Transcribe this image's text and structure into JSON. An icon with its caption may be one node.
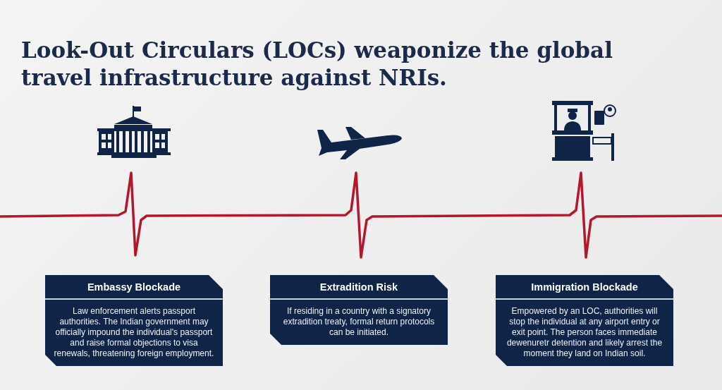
{
  "diagram": {
    "title": "Look-Out Circulars (LOCs) weaponize the global travel infrastructure against NRIs.",
    "nodes": [
      {
        "text": [
          "Embassy Blockade",
          "Law enforcement alerts passport authorities. The Indian government may officially impound the individual's passport and raise formal objections to visa renewals, threatening foreign employment."
        ]
      },
      {
        "text": [
          "Extradition Risk",
          "If residing in a country with a signatory extradition treaty, formal return protocols can be initiated."
        ]
      },
      {
        "text": [
          "Immigration Blockade",
          "Empowered by an LOC, authorities will stop the individual at any airport entry or exit point. The person faces immediate dewenuretr detention and likely arrest the moment they land on Indian soil."
        ]
      }
    ]
  }
}
